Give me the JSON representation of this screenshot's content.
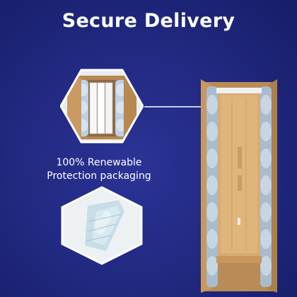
{
  "header": {
    "title": "Secure Delivery"
  },
  "feature": {
    "line1": "100% Renewable",
    "line2": "Protection packaging"
  },
  "icons": {
    "top": "box-with-air-cushions-icon",
    "bottom": "air-cushion-bag-icon"
  },
  "colors": {
    "background": "#20287f",
    "hexagon_border": "#ffffff",
    "cardboard": "#c8955a",
    "air_cushion": "#b9cfe2"
  }
}
